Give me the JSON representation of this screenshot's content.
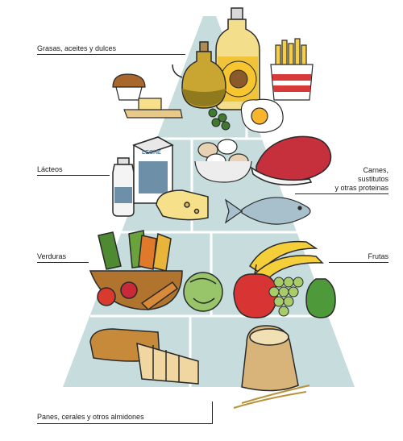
{
  "labels": {
    "grasas": "Grasas, aceites y dulces",
    "lacteos": "Lácteos",
    "carnes_1": "Carnes,",
    "carnes_2": "sustitutos",
    "carnes_3": "y otras proteinas",
    "verduras": "Verduras",
    "frutas": "Frutas",
    "panes": "Panes, cerales y otros almidones"
  },
  "food_text": {
    "leche": "LECHE"
  },
  "colors": {
    "pyramid": "#c7dddd",
    "grid_line": "#ffffff",
    "outline": "#2a2a2a"
  }
}
